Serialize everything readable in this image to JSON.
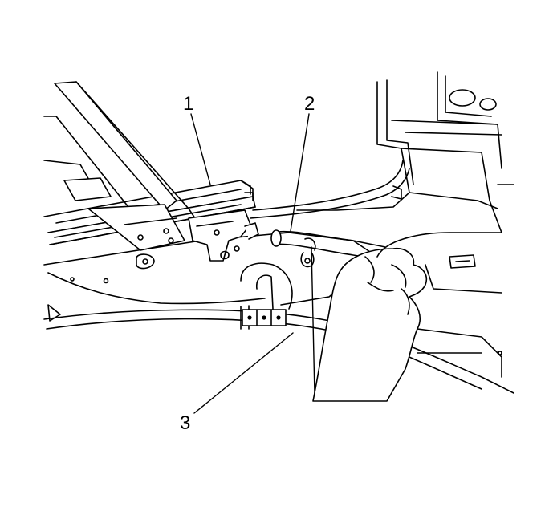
{
  "callouts": [
    {
      "id": "1",
      "label": "1"
    },
    {
      "id": "2",
      "label": "2"
    },
    {
      "id": "3",
      "label": "3"
    }
  ],
  "colors": {
    "line": "#000000",
    "fill": "#ffffff",
    "shade": "#e8e8e8"
  }
}
